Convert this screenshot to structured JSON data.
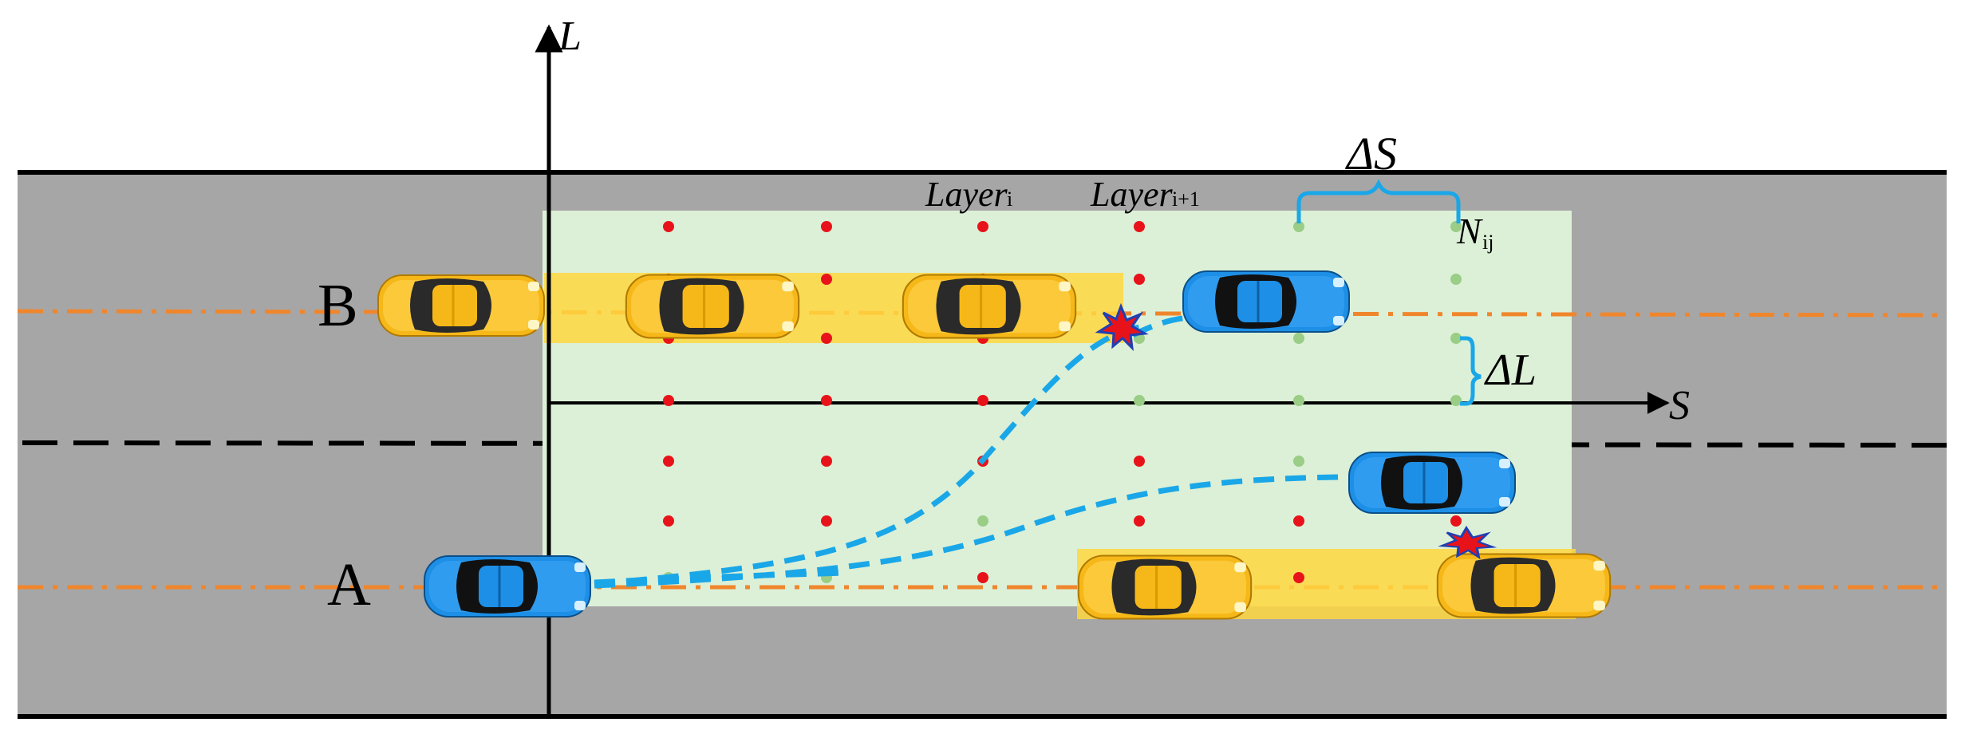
{
  "labels": {
    "axis_l": "L",
    "axis_s": "S",
    "delta_s": "ΔS",
    "delta_l": "ΔL",
    "layer_i_main": "Layer",
    "layer_i_sub": "i",
    "layer_next_main": "Layer",
    "layer_next_sub": "i+1",
    "node_main": "N",
    "node_sub": "ij",
    "lane_b": "B",
    "lane_a": "A"
  },
  "colors": {
    "road": "#a6a6a6",
    "road_edge": "#000000",
    "grid_area": "#dcf0d7",
    "lane_center": "#f0862c",
    "obstacle_zone": "#ffd740",
    "path": "#1aa7e8",
    "node_blocked": "#e8131a",
    "node_free": "#9acd86",
    "car_yellow": "#f6b818",
    "car_blue": "#1d8fe6",
    "collision": "#e8131a"
  },
  "grid": {
    "columns": 6,
    "rows": 7,
    "blocked_nodes": [
      [
        0,
        0
      ],
      [
        1,
        0
      ],
      [
        2,
        0
      ],
      [
        3,
        0
      ],
      [
        0,
        1
      ],
      [
        1,
        1
      ],
      [
        2,
        1
      ],
      [
        3,
        1
      ],
      [
        0,
        2
      ],
      [
        1,
        2
      ],
      [
        2,
        2
      ],
      [
        0,
        3
      ],
      [
        1,
        3
      ],
      [
        2,
        3
      ],
      [
        0,
        4
      ],
      [
        1,
        4
      ],
      [
        2,
        4
      ],
      [
        3,
        4
      ],
      [
        0,
        5
      ],
      [
        1,
        5
      ],
      [
        3,
        5
      ],
      [
        4,
        5
      ],
      [
        5,
        5
      ],
      [
        2,
        6
      ],
      [
        3,
        6
      ],
      [
        4,
        6
      ],
      [
        5,
        6
      ]
    ]
  },
  "legend": {
    "cars": [
      {
        "id": "ego-b-start",
        "color": "yellow"
      },
      {
        "id": "ego-a-start",
        "color": "blue"
      },
      {
        "id": "blue-upper",
        "color": "blue"
      },
      {
        "id": "blue-lower",
        "color": "blue"
      },
      {
        "id": "yellow-b-1",
        "color": "yellow"
      },
      {
        "id": "yellow-b-2",
        "color": "yellow"
      },
      {
        "id": "yellow-a-1",
        "color": "yellow"
      },
      {
        "id": "yellow-a-2",
        "color": "yellow"
      }
    ]
  }
}
